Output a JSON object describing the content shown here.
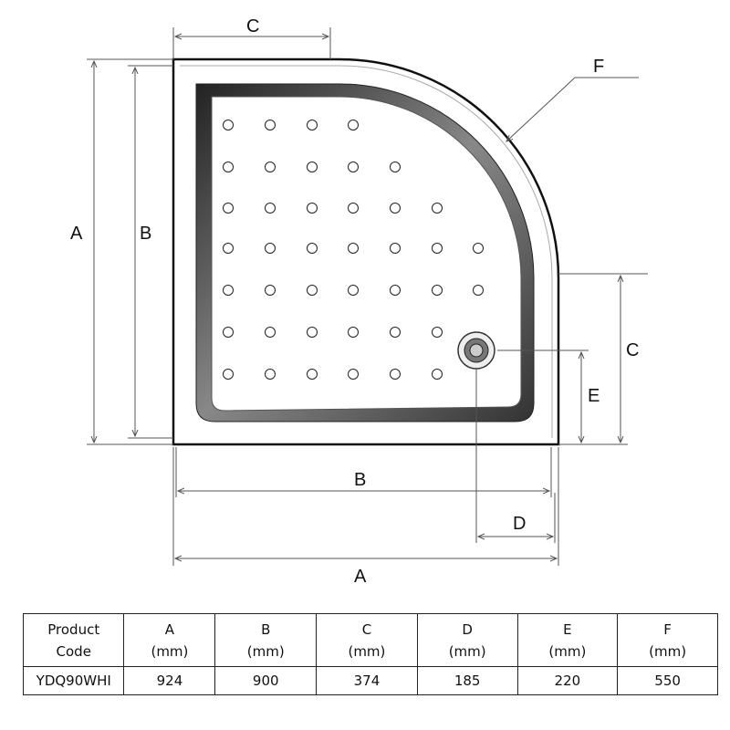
{
  "diagram": {
    "labels": {
      "A_left": "A",
      "B_left": "B",
      "C_top": "C",
      "F": "F",
      "C_right": "C",
      "E": "E",
      "B_bottom": "B",
      "D": "D",
      "A_bottom": "A"
    }
  },
  "table": {
    "headers": [
      {
        "top": "Product",
        "bottom": "Code"
      },
      {
        "top": "A",
        "bottom": "(mm)"
      },
      {
        "top": "B",
        "bottom": "(mm)"
      },
      {
        "top": "C",
        "bottom": "(mm)"
      },
      {
        "top": "D",
        "bottom": "(mm)"
      },
      {
        "top": "E",
        "bottom": "(mm)"
      },
      {
        "top": "F",
        "bottom": "(mm)"
      }
    ],
    "rows": [
      [
        "YDQ90WHI",
        "924",
        "900",
        "374",
        "185",
        "220",
        "550"
      ]
    ]
  }
}
